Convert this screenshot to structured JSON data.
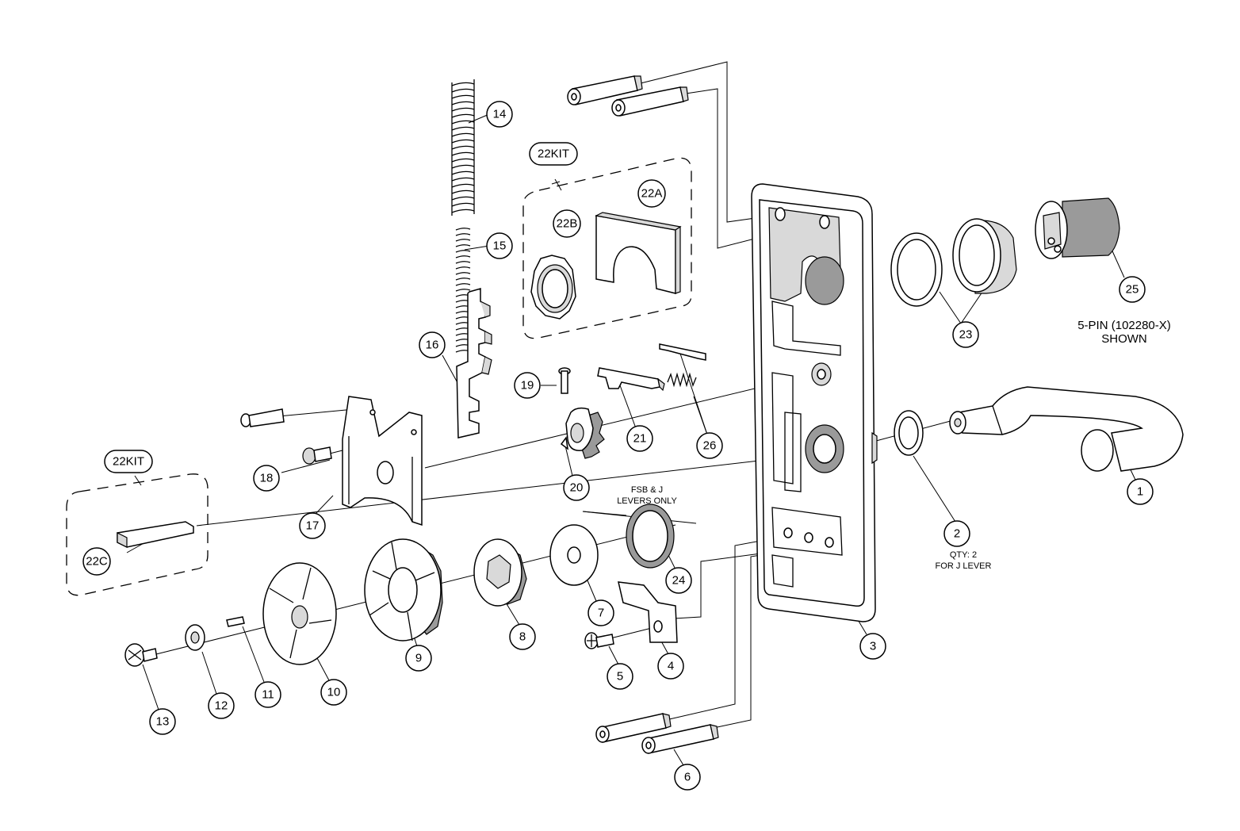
{
  "callouts": {
    "c1": "1",
    "c2": "2",
    "c3": "3",
    "c4": "4",
    "c5": "5",
    "c6": "6",
    "c7": "7",
    "c8": "8",
    "c9": "9",
    "c10": "10",
    "c11": "11",
    "c12": "12",
    "c13": "13",
    "c14": "14",
    "c15": "15",
    "c16": "16",
    "c17": "17",
    "c18": "18",
    "c19": "19",
    "c20": "20",
    "c21": "21",
    "c22a": "22A",
    "c22b": "22B",
    "c22c": "22C",
    "c23": "23",
    "c24": "24",
    "c25": "25",
    "c26": "26",
    "kit_top": "22KIT",
    "kit_left": "22KIT"
  },
  "notes": {
    "qty_line1": "QTY: 2",
    "qty_line2": "FOR J LEVER",
    "levers_line1": "FSB & J",
    "levers_line2": "LEVERS ONLY",
    "pin_line1": "5-PIN (102280-X)",
    "pin_line2": "SHOWN"
  }
}
